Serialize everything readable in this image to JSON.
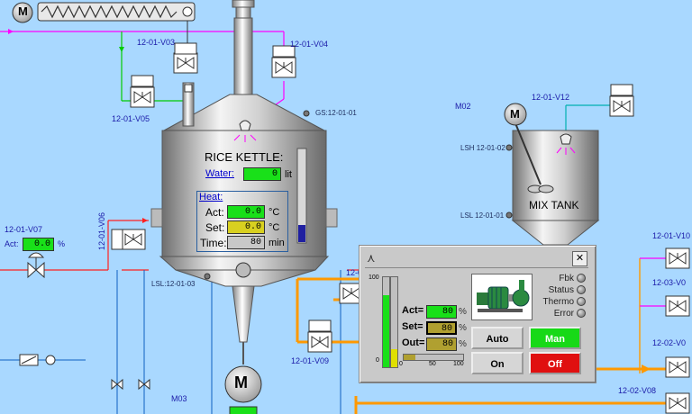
{
  "kettle": {
    "title": "RICE KETTLE:",
    "water_label": "Water:",
    "water_value": "0",
    "water_unit": "lit",
    "heat_label": "Heat:",
    "act_label": "Act:",
    "act_value": "0.0",
    "act_unit": "°C",
    "set_label": "Set:",
    "set_value": "0.0",
    "set_unit": "°C",
    "time_label": "Time:",
    "time_value": "80",
    "time_unit": "min",
    "gs_tag": "GS:12-01-01",
    "lsl_tag": "LSL:12-01-03",
    "motor_label": "M"
  },
  "valves": {
    "v03": "12-01-V03",
    "v04": "12-01-V04",
    "v05": "12-01-V05",
    "v06": "12-01-V06",
    "v07": "12-01-V07",
    "v07_act_label": "Act:",
    "v07_act_value": "0.0",
    "v07_unit": "%",
    "v09": "12-01-V09",
    "v12": "12-01-V12",
    "v10": "12-01-V10",
    "v_1203": "12-03-V0",
    "v_1202": "12-02-V0",
    "v_1202v08": "12-02-V08"
  },
  "mix_tank": {
    "title": "MIX TANK",
    "tag": "M02",
    "lsh": "LSH 12-01-02",
    "lsl": "LSL 12-01-01",
    "motor_label": "M"
  },
  "m03": "M03",
  "top_motor": "M",
  "faceplate": {
    "bar_max": "100",
    "bar_min": "0",
    "act_label": "Act=",
    "act_value": "80",
    "set_label": "Set=",
    "set_value": "80",
    "out_label": "Out=",
    "out_value": "80",
    "unit": "%",
    "scale_0": "0",
    "scale_50": "50",
    "scale_100": "100",
    "status": [
      "Fbk",
      "Status",
      "Thermo",
      "Error"
    ],
    "auto_label": "Auto",
    "man_label": "Man",
    "on_label": "On",
    "off_label": "Off",
    "close_label": "✕",
    "bar_level": 0.8
  },
  "colors": {
    "background": "#a9d8ff",
    "pipe_orange": "#ff9900",
    "pipe_magenta": "#ff00ff",
    "pipe_green": "#00cc00",
    "pipe_teal": "#00b0b0",
    "value_green": "#19e019"
  }
}
